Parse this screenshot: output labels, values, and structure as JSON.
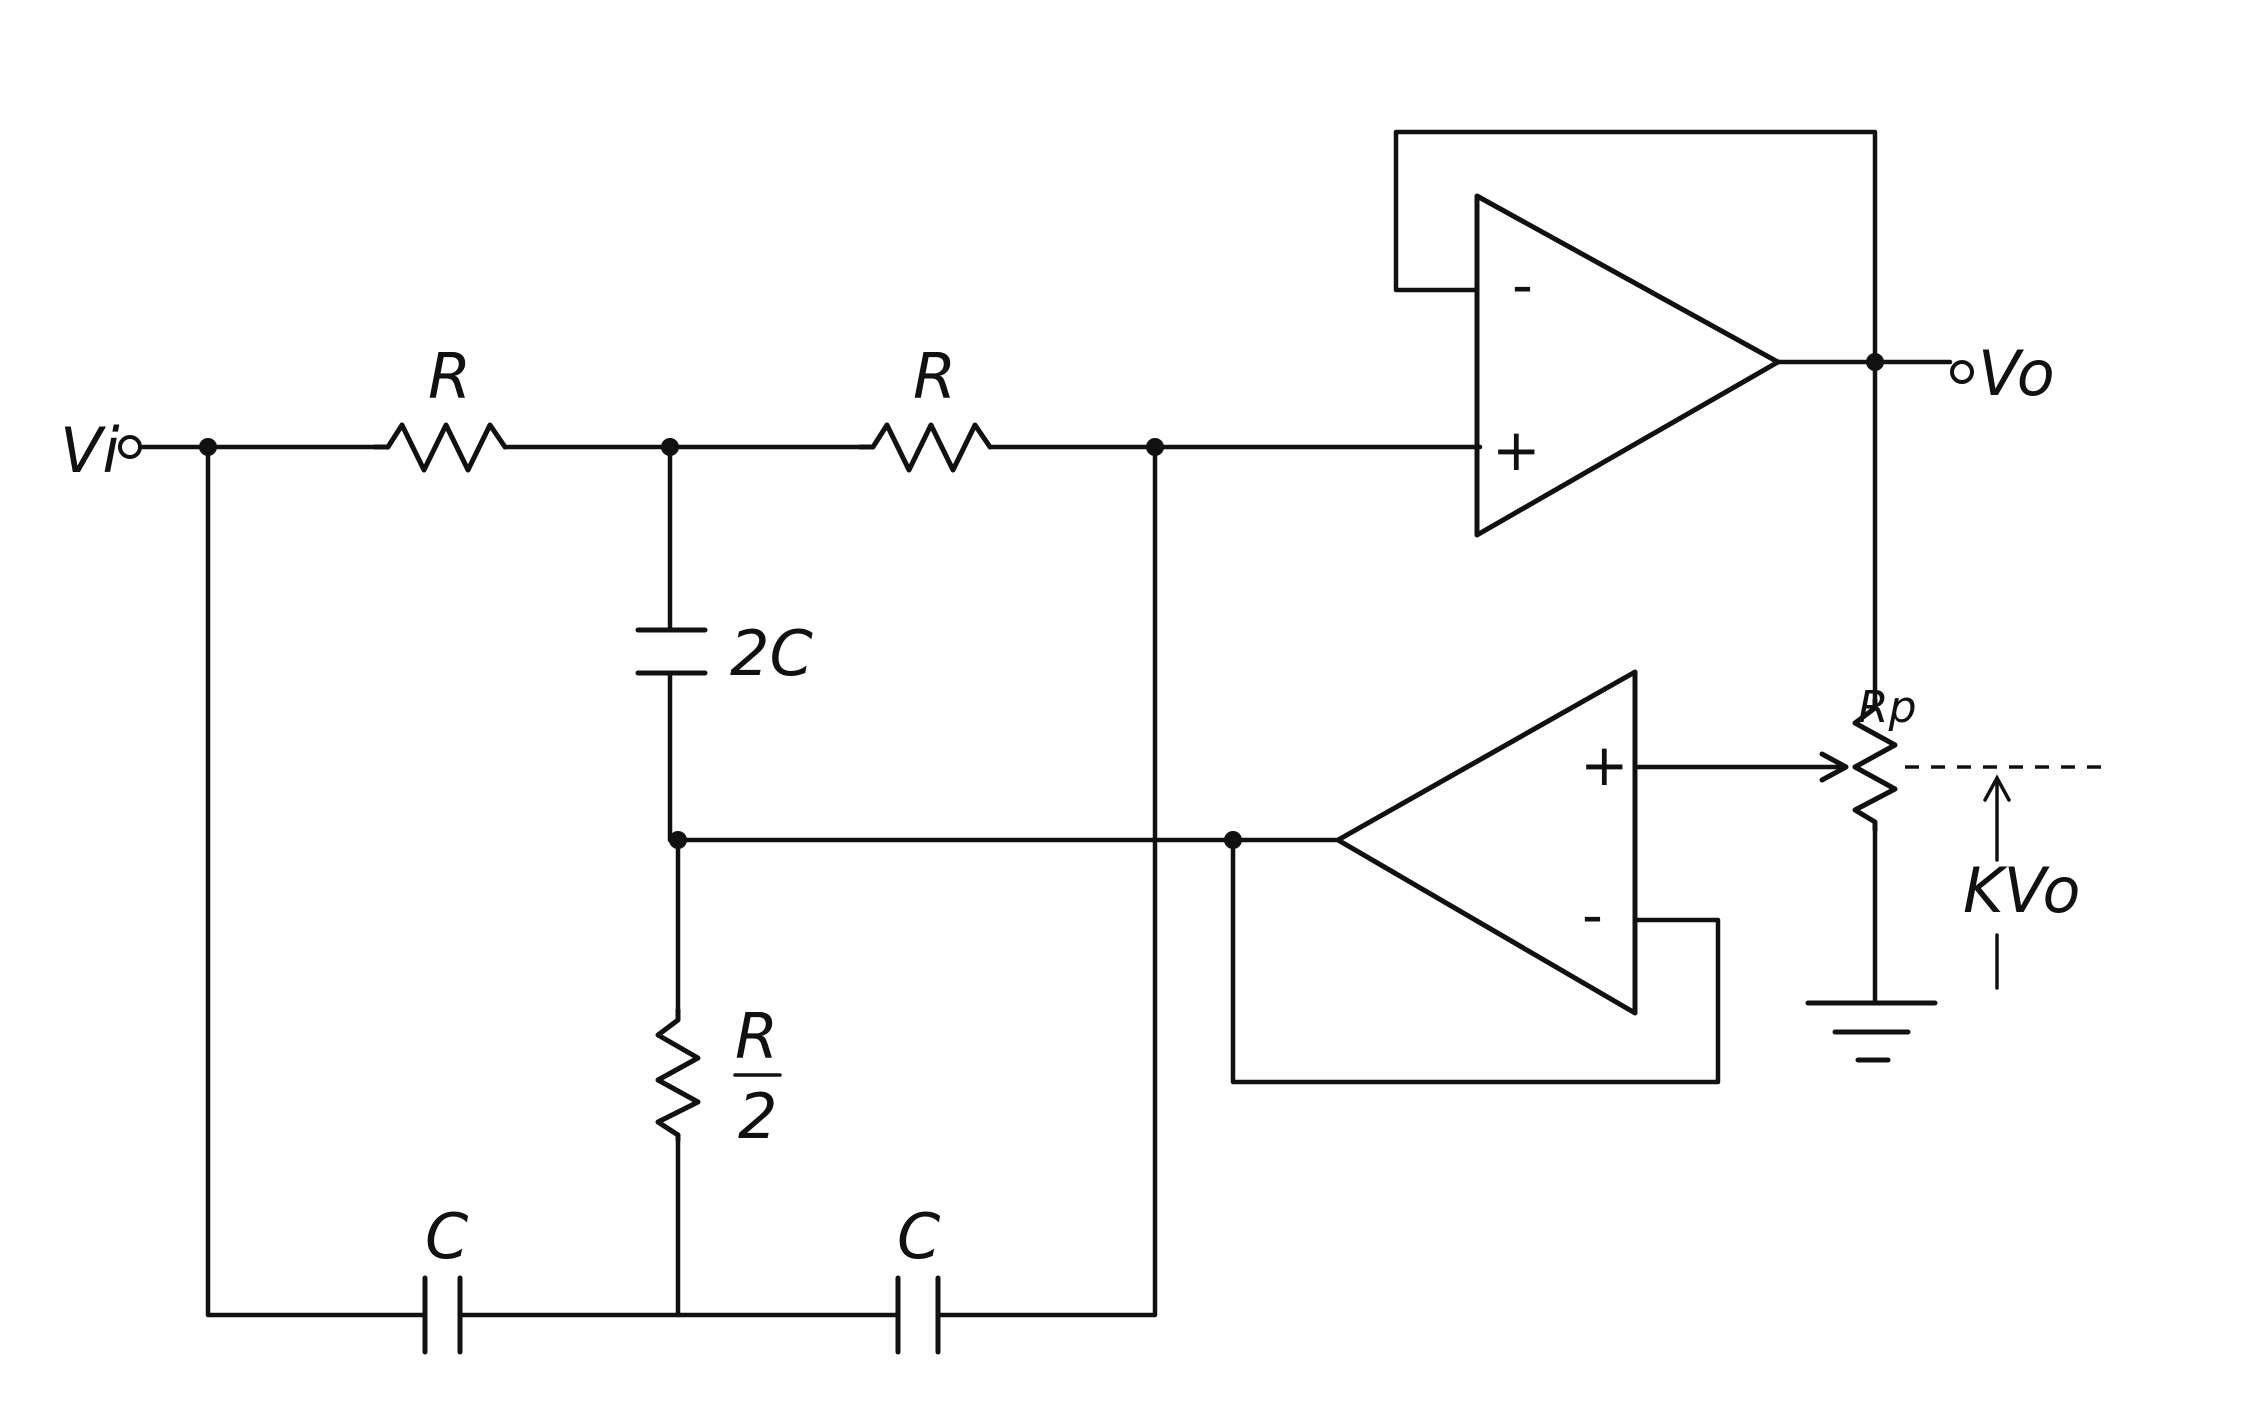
{
  "labels": {
    "input": "Vi",
    "output": "Vo",
    "r_top_left": "R",
    "r_top_right": "R",
    "c_shunt": "2C",
    "r_half_num": "R",
    "r_half_den": "2",
    "c_bottom_left": "C",
    "c_bottom_right": "C",
    "pot": "Rp",
    "feedback": "KVo"
  },
  "opamps": {
    "top": {
      "minus": "-",
      "plus": "+"
    },
    "bottom": {
      "plus": "+",
      "minus": "-"
    }
  }
}
